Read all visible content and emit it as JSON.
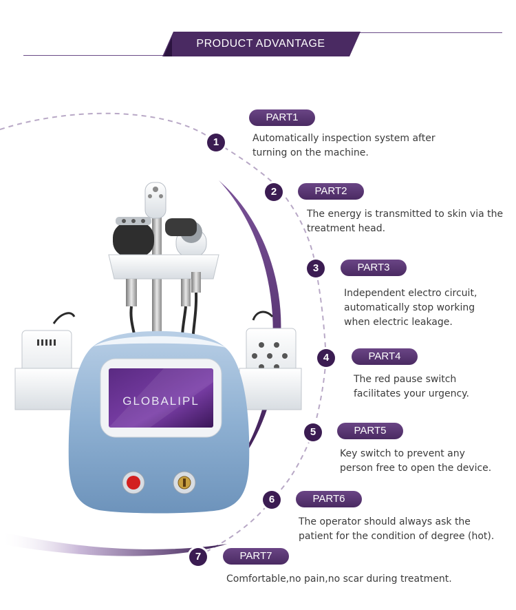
{
  "header": {
    "title": "PRODUCT ADVANTAGE"
  },
  "product": {
    "screen_logo": "GLOBALIPL"
  },
  "parts": [
    {
      "number": "1",
      "label": "PART1",
      "lines": [
        "Automatically inspection system after",
        "turning on the machine."
      ]
    },
    {
      "number": "2",
      "label": "PART2",
      "lines": [
        "The energy is transmitted to skin via the",
        "treatment head."
      ]
    },
    {
      "number": "3",
      "label": "PART3",
      "lines": [
        "Independent electro circuit,",
        "automatically stop working",
        "when electric leakage."
      ]
    },
    {
      "number": "4",
      "label": "PART4",
      "lines": [
        "The red pause switch",
        "facilitates your urgency."
      ]
    },
    {
      "number": "5",
      "label": "PART5",
      "lines": [
        "Key switch to prevent any",
        "person free to open the device."
      ]
    },
    {
      "number": "6",
      "label": "PART6",
      "lines": [
        "The operator should always ask the",
        "patient for the condition of degree (hot)."
      ]
    },
    {
      "number": "7",
      "label": "PART7",
      "lines": [
        "Comfortable,no pain,no scar during treatment."
      ]
    }
  ],
  "colors": {
    "accent_dark": "#3b1c52",
    "accent": "#5a3575",
    "machine_blue": "#7fa4c8"
  }
}
